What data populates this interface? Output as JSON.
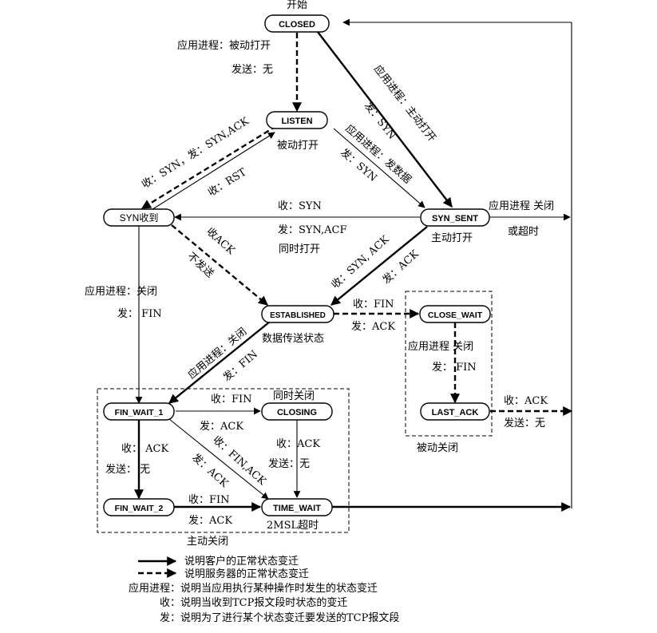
{
  "states": {
    "closed": "CLOSED",
    "listen": "LISTEN",
    "syn_rcvd": "SYN收到",
    "syn_sent": "SYN_SENT",
    "established": "ESTABLISHED",
    "close_wait": "CLOSE_WAIT",
    "last_ack": "LAST_ACK",
    "fin_wait_1": "FIN_WAIT_1",
    "closing": "CLOSING",
    "fin_wait_2": "FIN_WAIT_2",
    "time_wait": "TIME_WAIT"
  },
  "labels": {
    "start": "开始",
    "closed_listen_1": "应用进程：被动打开",
    "closed_listen_2": "发送：无",
    "closed_synsent_1": "应用进程：主动打开",
    "closed_synsent_2": "发：SYN",
    "listen_note": "被动打开",
    "listen_synsent_1": "应用进程：发数据",
    "listen_synsent_2": "发：SYN",
    "listen_synrcvd": "收：SYN，发：SYN,ACK",
    "synrcvd_listen": "收：RST",
    "synsent_synrcvd_1": "收：SYN",
    "synsent_synrcvd_2": "发：SYN,ACF",
    "synsent_synrcvd_3": "同时打开",
    "synsent_note": "主动打开",
    "synsent_close_1": "应用进程 关闭",
    "synsent_close_2": "或超时",
    "synrcvd_est_1": "收ACK",
    "synrcvd_est_2": "不发送",
    "synsent_est_1": "收：SYN, ACK",
    "synsent_est_2": "发：ACK",
    "est_closewait_1": "收：FIN",
    "est_closewait_2": "发：ACK",
    "est_note": "数据传送状态",
    "synrcvd_fin1_1": "应用进程：关闭",
    "synrcvd_fin1_2": "发：  FIN",
    "est_fin1_1": "应用进程：关闭",
    "est_fin1_2": "发：FIN",
    "closewait_lastack_1": "应用进程 关闭",
    "closewait_lastack_2": "发：   FIN",
    "lastack_close_1": "收：ACK",
    "lastack_close_2": "发送：无",
    "passive_close": "被动关闭",
    "fin1_closing_1": "收：FIN",
    "fin1_closing_2": "发：ACK",
    "simul_close": "同时关闭",
    "closing_tw_1": "收：ACK",
    "closing_tw_2": "发送：无",
    "fin1_tw_1": "收：FIN,ACK",
    "fin1_tw_2": "发：ACK",
    "fin1_fin2_1": "收：  ACK",
    "fin1_fin2_2": "发送：  无",
    "fin2_tw_1": "收：FIN",
    "fin2_tw_2": "发：ACK",
    "tw_note": "2MSL超时",
    "active_close": "主动关闭"
  },
  "legend": {
    "client": "说明客户的正常状态变迁",
    "server": "说明服务器的正常状态变迁",
    "app_key": "应用进程：",
    "app_desc": "说明当应用执行某种操作时发生的状态变迁",
    "rcv_key": "收：",
    "rcv_desc": "说明当收到TCP报文段时状态的变迁",
    "snd_key": "发：",
    "snd_desc": "说明为了进行某个状态变迁要发送的TCP报文段"
  }
}
